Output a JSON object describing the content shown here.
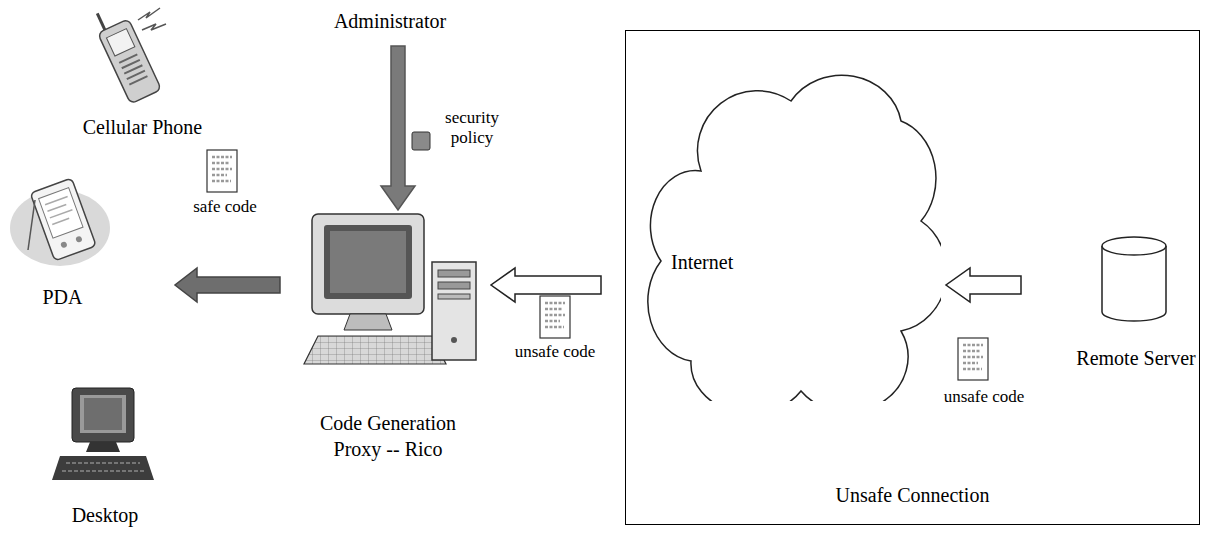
{
  "diagram": {
    "nodes": [
      {
        "text": [
          "Cellular Phone"
        ]
      },
      {
        "text": [
          "Administrator"
        ]
      },
      {
        "text": [
          "Unsafe Connection"
        ]
      },
      {
        "text": [
          "Internet"
        ],
        "in": 2
      },
      {
        "text": [
          "Remote Server"
        ],
        "in": 2
      },
      {
        "text": [
          "PDA"
        ]
      },
      {
        "text": [
          "Code Generation Proxy -- Rico"
        ]
      },
      {
        "text": [
          "Desktop"
        ]
      }
    ],
    "edges": [
      {
        "from": 1,
        "to": 6,
        "arrow": "to",
        "label": "security policy"
      },
      {
        "from": 6,
        "to": 5,
        "arrow": "to",
        "label": "safe code"
      },
      {
        "from": 3,
        "to": 6,
        "arrow": "to",
        "label": "unsafe code"
      },
      {
        "from": 4,
        "to": 3,
        "arrow": "to",
        "label": "unsafe code"
      }
    ]
  }
}
